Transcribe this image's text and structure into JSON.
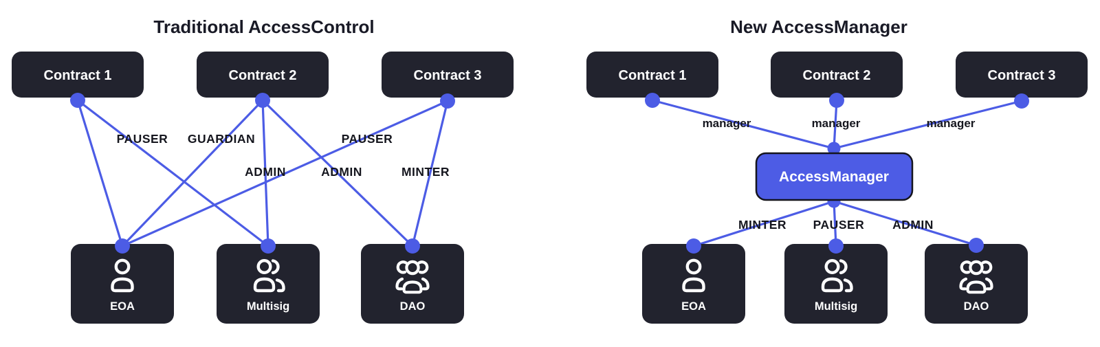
{
  "diagram": {
    "left": {
      "title": "Traditional AccessControl",
      "contracts": [
        "Contract 1",
        "Contract 2",
        "Contract 3"
      ],
      "actors": [
        {
          "label": "EOA",
          "icon": "user-icon"
        },
        {
          "label": "Multisig",
          "icon": "users-icon"
        },
        {
          "label": "DAO",
          "icon": "group-icon"
        }
      ],
      "edges": [
        {
          "from": "Contract 1",
          "to": "EOA"
        },
        {
          "from": "Contract 1",
          "to": "Multisig",
          "label": "PAUSER"
        },
        {
          "from": "Contract 2",
          "to": "EOA",
          "label": "GUARDIAN"
        },
        {
          "from": "Contract 2",
          "to": "Multisig",
          "label": "ADMIN"
        },
        {
          "from": "Contract 2",
          "to": "DAO",
          "label": "ADMIN"
        },
        {
          "from": "Contract 3",
          "to": "EOA",
          "label": "PAUSER"
        },
        {
          "from": "Contract 3",
          "to": "DAO",
          "label": "MINTER"
        }
      ]
    },
    "right": {
      "title": "New AccessManager",
      "contracts": [
        "Contract 1",
        "Contract 2",
        "Contract 3"
      ],
      "hub": {
        "label": "AccessManager"
      },
      "contract_edges": [
        {
          "from": "Contract 1",
          "to": "AccessManager",
          "label": "manager"
        },
        {
          "from": "Contract 2",
          "to": "AccessManager",
          "label": "manager"
        },
        {
          "from": "Contract 3",
          "to": "AccessManager",
          "label": "manager"
        }
      ],
      "actor_edges": [
        {
          "from": "AccessManager",
          "to": "EOA",
          "label": "MINTER"
        },
        {
          "from": "AccessManager",
          "to": "Multisig",
          "label": "PAUSER"
        },
        {
          "from": "AccessManager",
          "to": "DAO",
          "label": "ADMIN"
        }
      ],
      "actors": [
        {
          "label": "EOA",
          "icon": "user-icon"
        },
        {
          "label": "Multisig",
          "icon": "users-icon"
        },
        {
          "label": "DAO",
          "icon": "group-icon"
        }
      ]
    },
    "colors": {
      "node_fill": "#22232e",
      "accent_blue": "#4c5ce5",
      "hub_fill": "#4d5ce5",
      "hub_border": "#15151d",
      "label_text": "#15161e",
      "node_text": "#ffffff",
      "background": "#ffffff"
    }
  }
}
